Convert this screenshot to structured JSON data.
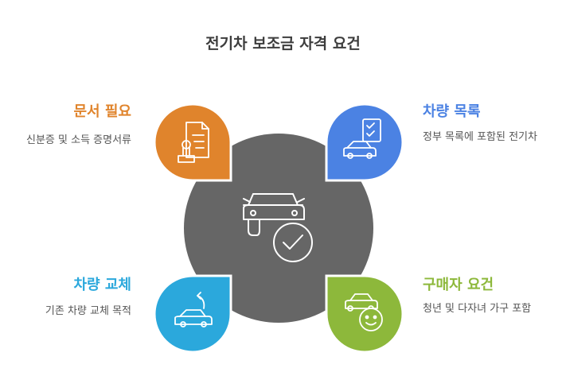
{
  "title": "전기차 보조금 자격 요건",
  "center": {
    "icon": "car-checkmark-icon",
    "color": "#666666"
  },
  "quadrants": {
    "top_left": {
      "label": "문서 필요",
      "description": "신분증 및 소득 증명서류",
      "color": "#e0842c",
      "icon": "document-stamp-icon"
    },
    "top_right": {
      "label": "차량 목록",
      "description": "정부 목록에 포함된 전기차",
      "color": "#4b82e3",
      "icon": "car-checklist-icon"
    },
    "bottom_left": {
      "label": "차량 교체",
      "description": "기존 차량 교체 목적",
      "color": "#2ba8dc",
      "icon": "car-replace-icon"
    },
    "bottom_right": {
      "label": "구매자 요건",
      "description": "청년 및 다자녀 가구 포함",
      "color": "#8db83b",
      "icon": "car-person-icon"
    }
  }
}
